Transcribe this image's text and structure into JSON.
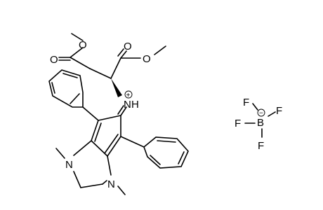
{
  "diagram": {
    "type": "chemical-structure",
    "atoms": {
      "O": "O",
      "N": "N",
      "H": "H",
      "B": "B",
      "F": "F"
    },
    "charges": {
      "plus": "+",
      "minus": "−"
    },
    "colors": {
      "bond": "#000000",
      "background": "#ffffff"
    }
  }
}
